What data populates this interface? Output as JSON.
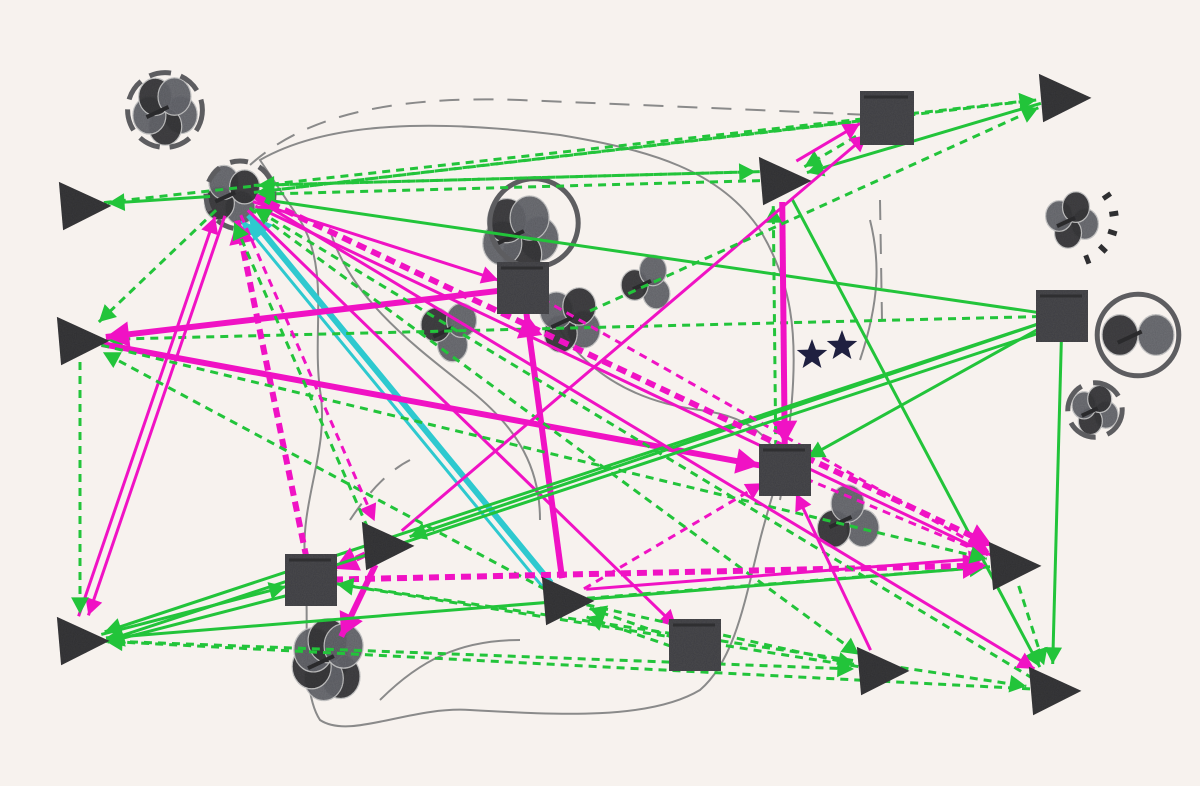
{
  "colors": {
    "background": "#f7f2ee",
    "green": "#22c43a",
    "magenta": "#f012c4",
    "cyan": "#2ec9cf",
    "node": "#3b3b3d",
    "node_light": "#6b6c72",
    "outline": "#7d7d7d",
    "star": "#1f2040"
  },
  "nodes": [
    {
      "id": "t1",
      "kind": "triangle"
    },
    {
      "id": "t2",
      "kind": "triangle"
    },
    {
      "id": "t3",
      "kind": "triangle"
    },
    {
      "id": "t4",
      "kind": "triangle"
    },
    {
      "id": "t5",
      "kind": "triangle"
    },
    {
      "id": "t6",
      "kind": "triangle"
    },
    {
      "id": "t7",
      "kind": "triangle"
    },
    {
      "id": "t8",
      "kind": "triangle"
    },
    {
      "id": "t9",
      "kind": "triangle"
    },
    {
      "id": "t10",
      "kind": "triangle"
    },
    {
      "id": "s1",
      "kind": "square"
    },
    {
      "id": "s2",
      "kind": "square"
    },
    {
      "id": "s3",
      "kind": "square"
    },
    {
      "id": "s4",
      "kind": "square"
    },
    {
      "id": "s5",
      "kind": "square"
    },
    {
      "id": "s6",
      "kind": "square"
    },
    {
      "id": "c1",
      "kind": "circle-cluster"
    },
    {
      "id": "c2",
      "kind": "circle-cluster"
    },
    {
      "id": "c3",
      "kind": "circle-cluster"
    },
    {
      "id": "c4",
      "kind": "circle-cluster"
    },
    {
      "id": "c5",
      "kind": "circle-cluster"
    },
    {
      "id": "c6",
      "kind": "circle-cluster"
    },
    {
      "id": "c7",
      "kind": "circle-cluster"
    },
    {
      "id": "c8",
      "kind": "circle-cluster"
    },
    {
      "id": "c9",
      "kind": "circle-cluster"
    },
    {
      "id": "c10",
      "kind": "circle-cluster"
    },
    {
      "id": "c11",
      "kind": "circle-cluster"
    },
    {
      "id": "st1",
      "kind": "star"
    },
    {
      "id": "st2",
      "kind": "star"
    }
  ],
  "edges": [
    {
      "from": "t6",
      "to": "c2",
      "color": "cyan",
      "style": "solid",
      "weight": "bold"
    },
    {
      "from": "t6",
      "to": "c2",
      "color": "cyan",
      "style": "solid",
      "weight": "normal"
    },
    {
      "from": "t5",
      "to": "c2",
      "color": "green",
      "style": "dashed",
      "weight": "normal"
    },
    {
      "from": "s1",
      "to": "c2",
      "color": "green",
      "style": "dashed",
      "weight": "normal"
    },
    {
      "from": "c2",
      "to": "t5",
      "color": "green",
      "style": "dashed",
      "weight": "normal"
    },
    {
      "from": "s1",
      "to": "t5",
      "color": "green",
      "style": "dashed",
      "weight": "normal"
    },
    {
      "from": "t5",
      "to": "c2",
      "color": "green",
      "style": "dashed",
      "weight": "normal"
    },
    {
      "from": "c2",
      "to": "t1",
      "color": "green",
      "style": "solid",
      "weight": "normal"
    },
    {
      "from": "s2",
      "to": "c2",
      "color": "green",
      "style": "solid",
      "weight": "normal"
    },
    {
      "from": "s2",
      "to": "t2",
      "color": "green",
      "style": "dashed",
      "weight": "normal"
    },
    {
      "from": "s3",
      "to": "t2",
      "color": "magenta",
      "style": "solid",
      "weight": "bold"
    },
    {
      "from": "t2",
      "to": "s4",
      "color": "magenta",
      "style": "solid",
      "weight": "bold"
    },
    {
      "from": "t5",
      "to": "s4",
      "color": "magenta",
      "style": "solid",
      "weight": "bold"
    },
    {
      "from": "s4",
      "to": "t5",
      "color": "green",
      "style": "dashed",
      "weight": "normal"
    },
    {
      "from": "t6",
      "to": "s3",
      "color": "magenta",
      "style": "solid",
      "weight": "bold"
    },
    {
      "from": "c2",
      "to": "t3",
      "color": "magenta",
      "style": "solid",
      "weight": "normal"
    },
    {
      "from": "t3",
      "to": "c2",
      "color": "magenta",
      "style": "solid",
      "weight": "normal"
    },
    {
      "from": "c2",
      "to": "s6",
      "color": "magenta",
      "style": "solid",
      "weight": "normal"
    },
    {
      "from": "s5",
      "to": "c2",
      "color": "magenta",
      "style": "dashed",
      "weight": "bold"
    },
    {
      "from": "c2",
      "to": "t4",
      "color": "green",
      "style": "dashed",
      "weight": "normal"
    },
    {
      "from": "c2",
      "to": "t8",
      "color": "green",
      "style": "dashed",
      "weight": "normal"
    },
    {
      "from": "t4",
      "to": "t5",
      "color": "green",
      "style": "solid",
      "weight": "normal"
    },
    {
      "from": "t3",
      "to": "s5",
      "color": "green",
      "style": "solid",
      "weight": "normal"
    },
    {
      "from": "s5",
      "to": "t3",
      "color": "green",
      "style": "solid",
      "weight": "normal"
    },
    {
      "from": "t9",
      "to": "t3",
      "color": "green",
      "style": "dashed",
      "weight": "normal"
    },
    {
      "from": "s2",
      "to": "t3",
      "color": "green",
      "style": "solid",
      "weight": "normal"
    },
    {
      "from": "s2",
      "to": "t9",
      "color": "green",
      "style": "solid",
      "weight": "normal"
    },
    {
      "from": "t5",
      "to": "t9",
      "color": "green",
      "style": "solid",
      "weight": "normal"
    },
    {
      "from": "s2",
      "to": "t10",
      "color": "green",
      "style": "solid",
      "weight": "normal"
    },
    {
      "from": "t7",
      "to": "c2",
      "color": "magenta",
      "style": "solid",
      "weight": "normal"
    },
    {
      "from": "t10",
      "to": "s1",
      "color": "magenta",
      "style": "solid",
      "weight": "normal"
    },
    {
      "from": "t10",
      "to": "s5",
      "color": "magenta",
      "style": "dashed",
      "weight": "bold"
    },
    {
      "from": "t10",
      "to": "c11",
      "color": "magenta",
      "style": "solid",
      "weight": "bold"
    },
    {
      "from": "t6",
      "to": "t2",
      "color": "green",
      "style": "dashed",
      "weight": "normal"
    },
    {
      "from": "t6",
      "to": "t7",
      "color": "green",
      "style": "dashed",
      "weight": "normal"
    },
    {
      "from": "t7",
      "to": "t3",
      "color": "green",
      "style": "solid",
      "weight": "normal"
    },
    {
      "from": "s3",
      "to": "t7",
      "color": "magenta",
      "style": "dashed",
      "weight": "normal"
    },
    {
      "from": "t6",
      "to": "t7",
      "color": "magenta",
      "style": "solid",
      "weight": "normal"
    },
    {
      "from": "s5",
      "to": "t7",
      "color": "magenta",
      "style": "dashed",
      "weight": "bold"
    },
    {
      "from": "t7",
      "to": "t9",
      "color": "green",
      "style": "dashed",
      "weight": "normal"
    },
    {
      "from": "c2",
      "to": "t7",
      "color": "magenta",
      "style": "dashed",
      "weight": "bold"
    },
    {
      "from": "s4",
      "to": "t7",
      "color": "magenta",
      "style": "dashed",
      "weight": "normal"
    },
    {
      "from": "t2",
      "to": "t7",
      "color": "green",
      "style": "dashed",
      "weight": "normal"
    },
    {
      "from": "c2",
      "to": "t10",
      "color": "magenta",
      "style": "dashed",
      "weight": "normal"
    },
    {
      "from": "c4",
      "to": "t4",
      "color": "green",
      "style": "dashed",
      "weight": "normal"
    },
    {
      "from": "s5",
      "to": "t9",
      "color": "green",
      "style": "dashed",
      "weight": "normal"
    },
    {
      "from": "t6",
      "to": "s4",
      "color": "magenta",
      "style": "dashed",
      "weight": "normal"
    },
    {
      "from": "t3",
      "to": "t8",
      "color": "green",
      "style": "dashed",
      "weight": "normal"
    },
    {
      "from": "c2",
      "to": "t2",
      "color": "green",
      "style": "dashed",
      "weight": "normal"
    },
    {
      "from": "t9",
      "to": "c2",
      "color": "green",
      "style": "dashed",
      "weight": "normal"
    },
    {
      "from": "s6",
      "to": "t6",
      "color": "green",
      "style": "dashed",
      "weight": "normal"
    },
    {
      "from": "t8",
      "to": "s5",
      "color": "green",
      "style": "dashed",
      "weight": "normal"
    },
    {
      "from": "s2",
      "to": "s4",
      "color": "green",
      "style": "solid",
      "weight": "normal"
    },
    {
      "from": "s1",
      "to": "s1",
      "color": "magenta",
      "style": "solid",
      "weight": "normal"
    },
    {
      "from": "c2",
      "to": "t9",
      "color": "magenta",
      "style": "solid",
      "weight": "normal"
    },
    {
      "from": "t8",
      "to": "s4",
      "color": "magenta",
      "style": "solid",
      "weight": "normal"
    },
    {
      "from": "t1",
      "to": "t4",
      "color": "green",
      "style": "dashed",
      "weight": "normal"
    },
    {
      "from": "t2",
      "to": "t3",
      "color": "green",
      "style": "dashed",
      "weight": "normal"
    },
    {
      "from": "s6",
      "to": "t6",
      "color": "green",
      "style": "dashed",
      "weight": "normal"
    },
    {
      "from": "t6",
      "to": "t8",
      "color": "green",
      "style": "dashed",
      "weight": "normal"
    },
    {
      "from": "s2",
      "to": "t3",
      "color": "green",
      "style": "solid",
      "weight": "normal"
    },
    {
      "from": "t5",
      "to": "s1",
      "color": "magenta",
      "style": "solid",
      "weight": "normal"
    },
    {
      "from": "c2",
      "to": "s3",
      "color": "magenta",
      "style": "solid",
      "weight": "normal"
    },
    {
      "from": "t10",
      "to": "c2",
      "color": "green",
      "style": "dashed",
      "weight": "normal"
    }
  ]
}
